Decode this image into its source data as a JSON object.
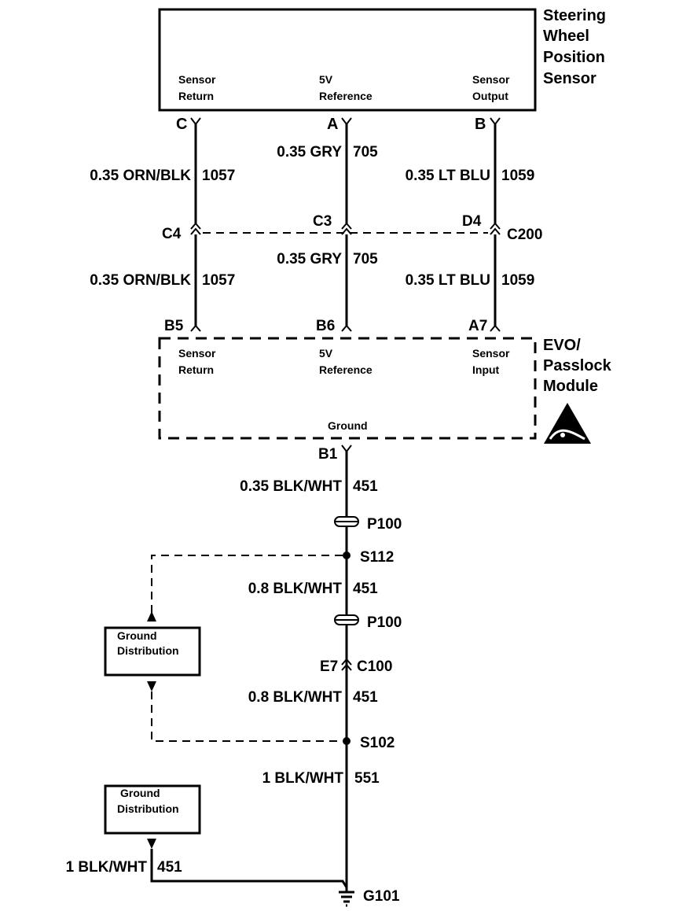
{
  "sensor": {
    "name_lines": [
      "Steering",
      "Wheel",
      "Position",
      "Sensor"
    ],
    "terminals": [
      {
        "pin": "C",
        "label1": "Sensor",
        "label2": "Return"
      },
      {
        "pin": "A",
        "label1": "5V",
        "label2": "Reference"
      },
      {
        "pin": "B",
        "label1": "Sensor",
        "label2": "Output"
      }
    ]
  },
  "upper_wires": [
    {
      "gauge_color": "0.35 ORN/BLK",
      "circuit": "1057"
    },
    {
      "gauge_color": "0.35 GRY",
      "circuit": "705"
    },
    {
      "gauge_color": "0.35 LT BLU",
      "circuit": "1059"
    }
  ],
  "connector_c200": {
    "name": "C200",
    "pins": [
      "C4",
      "C3",
      "D4"
    ]
  },
  "lower_wires": [
    {
      "gauge_color": "0.35 ORN/BLK",
      "circuit": "1057"
    },
    {
      "gauge_color": "0.35 GRY",
      "circuit": "705"
    },
    {
      "gauge_color": "0.35 LT BLU",
      "circuit": "1059"
    }
  ],
  "module": {
    "name_lines": [
      "EVO/",
      "Passlock",
      "Module"
    ],
    "terminals": [
      {
        "pin": "B5",
        "label1": "Sensor",
        "label2": "Return"
      },
      {
        "pin": "B6",
        "label1": "5V",
        "label2": "Reference"
      },
      {
        "pin": "A7",
        "label1": "Sensor",
        "label2": "Input"
      }
    ],
    "ground_label": "Ground",
    "ground_pin": "B1"
  },
  "ground_path": {
    "wire1": {
      "gauge_color": "0.35 BLK/WHT",
      "circuit": "451"
    },
    "p100_a": "P100",
    "s112": "S112",
    "wire2": {
      "gauge_color": "0.8 BLK/WHT",
      "circuit": "451"
    },
    "p100_b": "P100",
    "c100_pin": "E7",
    "c100": "C100",
    "wire3": {
      "gauge_color": "0.8 BLK/WHT",
      "circuit": "451"
    },
    "s102": "S102",
    "wire4": {
      "gauge_color": "1 BLK/WHT",
      "circuit": "551"
    },
    "ground_wire": {
      "gauge_color": "1 BLK/WHT",
      "circuit": "451"
    },
    "g101": "G101"
  },
  "ground_distribution_1": {
    "line1": "Ground",
    "line2": "Distribution"
  },
  "ground_distribution_2": {
    "line1": "Ground",
    "line2": "Distribution"
  }
}
